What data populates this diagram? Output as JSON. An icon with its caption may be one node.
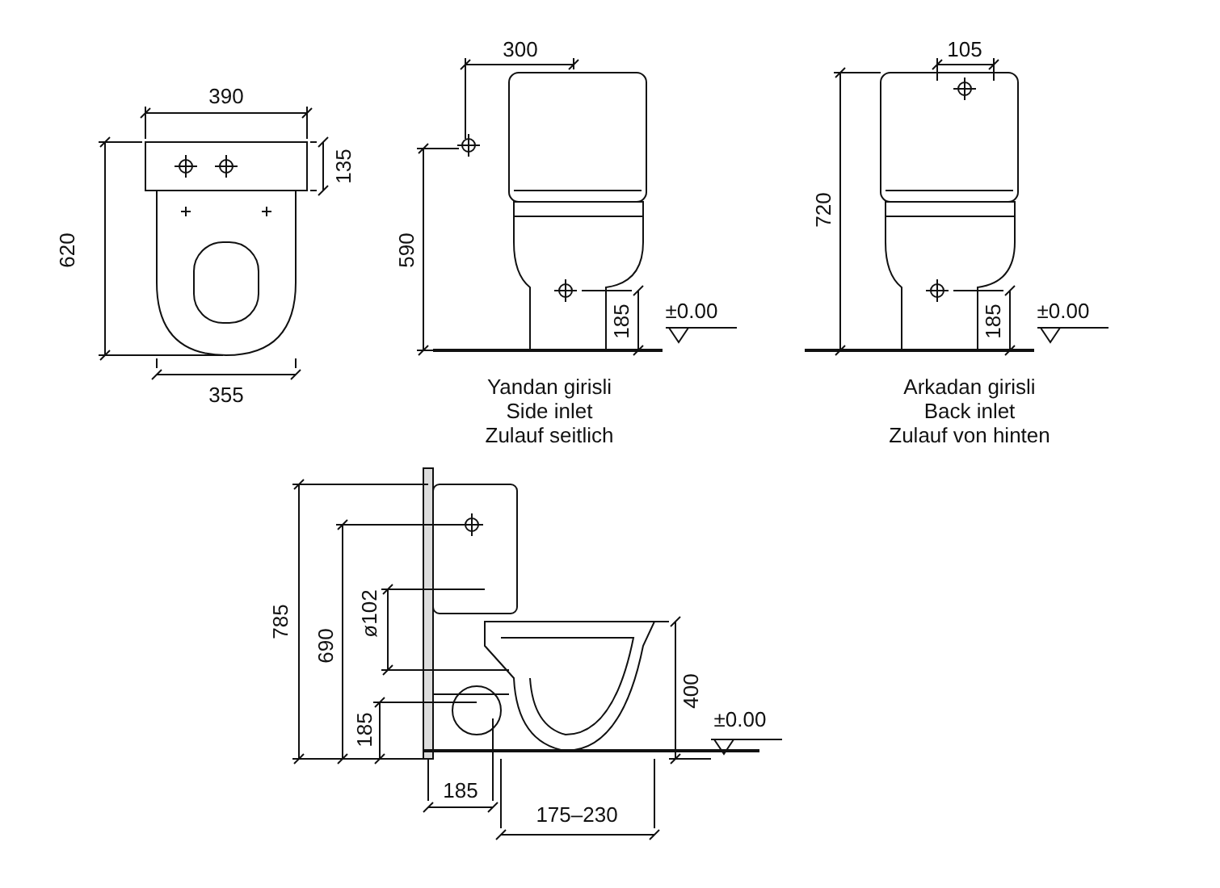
{
  "diagram": {
    "labels": [
      "390",
      "135",
      "620",
      "355",
      "300",
      "590",
      "185",
      "±0.00",
      "Yandan girisli",
      "Side inlet",
      "Zulauf seitlich",
      "105",
      "720",
      "185",
      "±0.00",
      "Arkadan girisli",
      "Back inlet",
      "Zulauf von hinten",
      "785",
      "690",
      "ø102",
      "400",
      "±0.00",
      "185",
      "185",
      "175–230"
    ]
  }
}
